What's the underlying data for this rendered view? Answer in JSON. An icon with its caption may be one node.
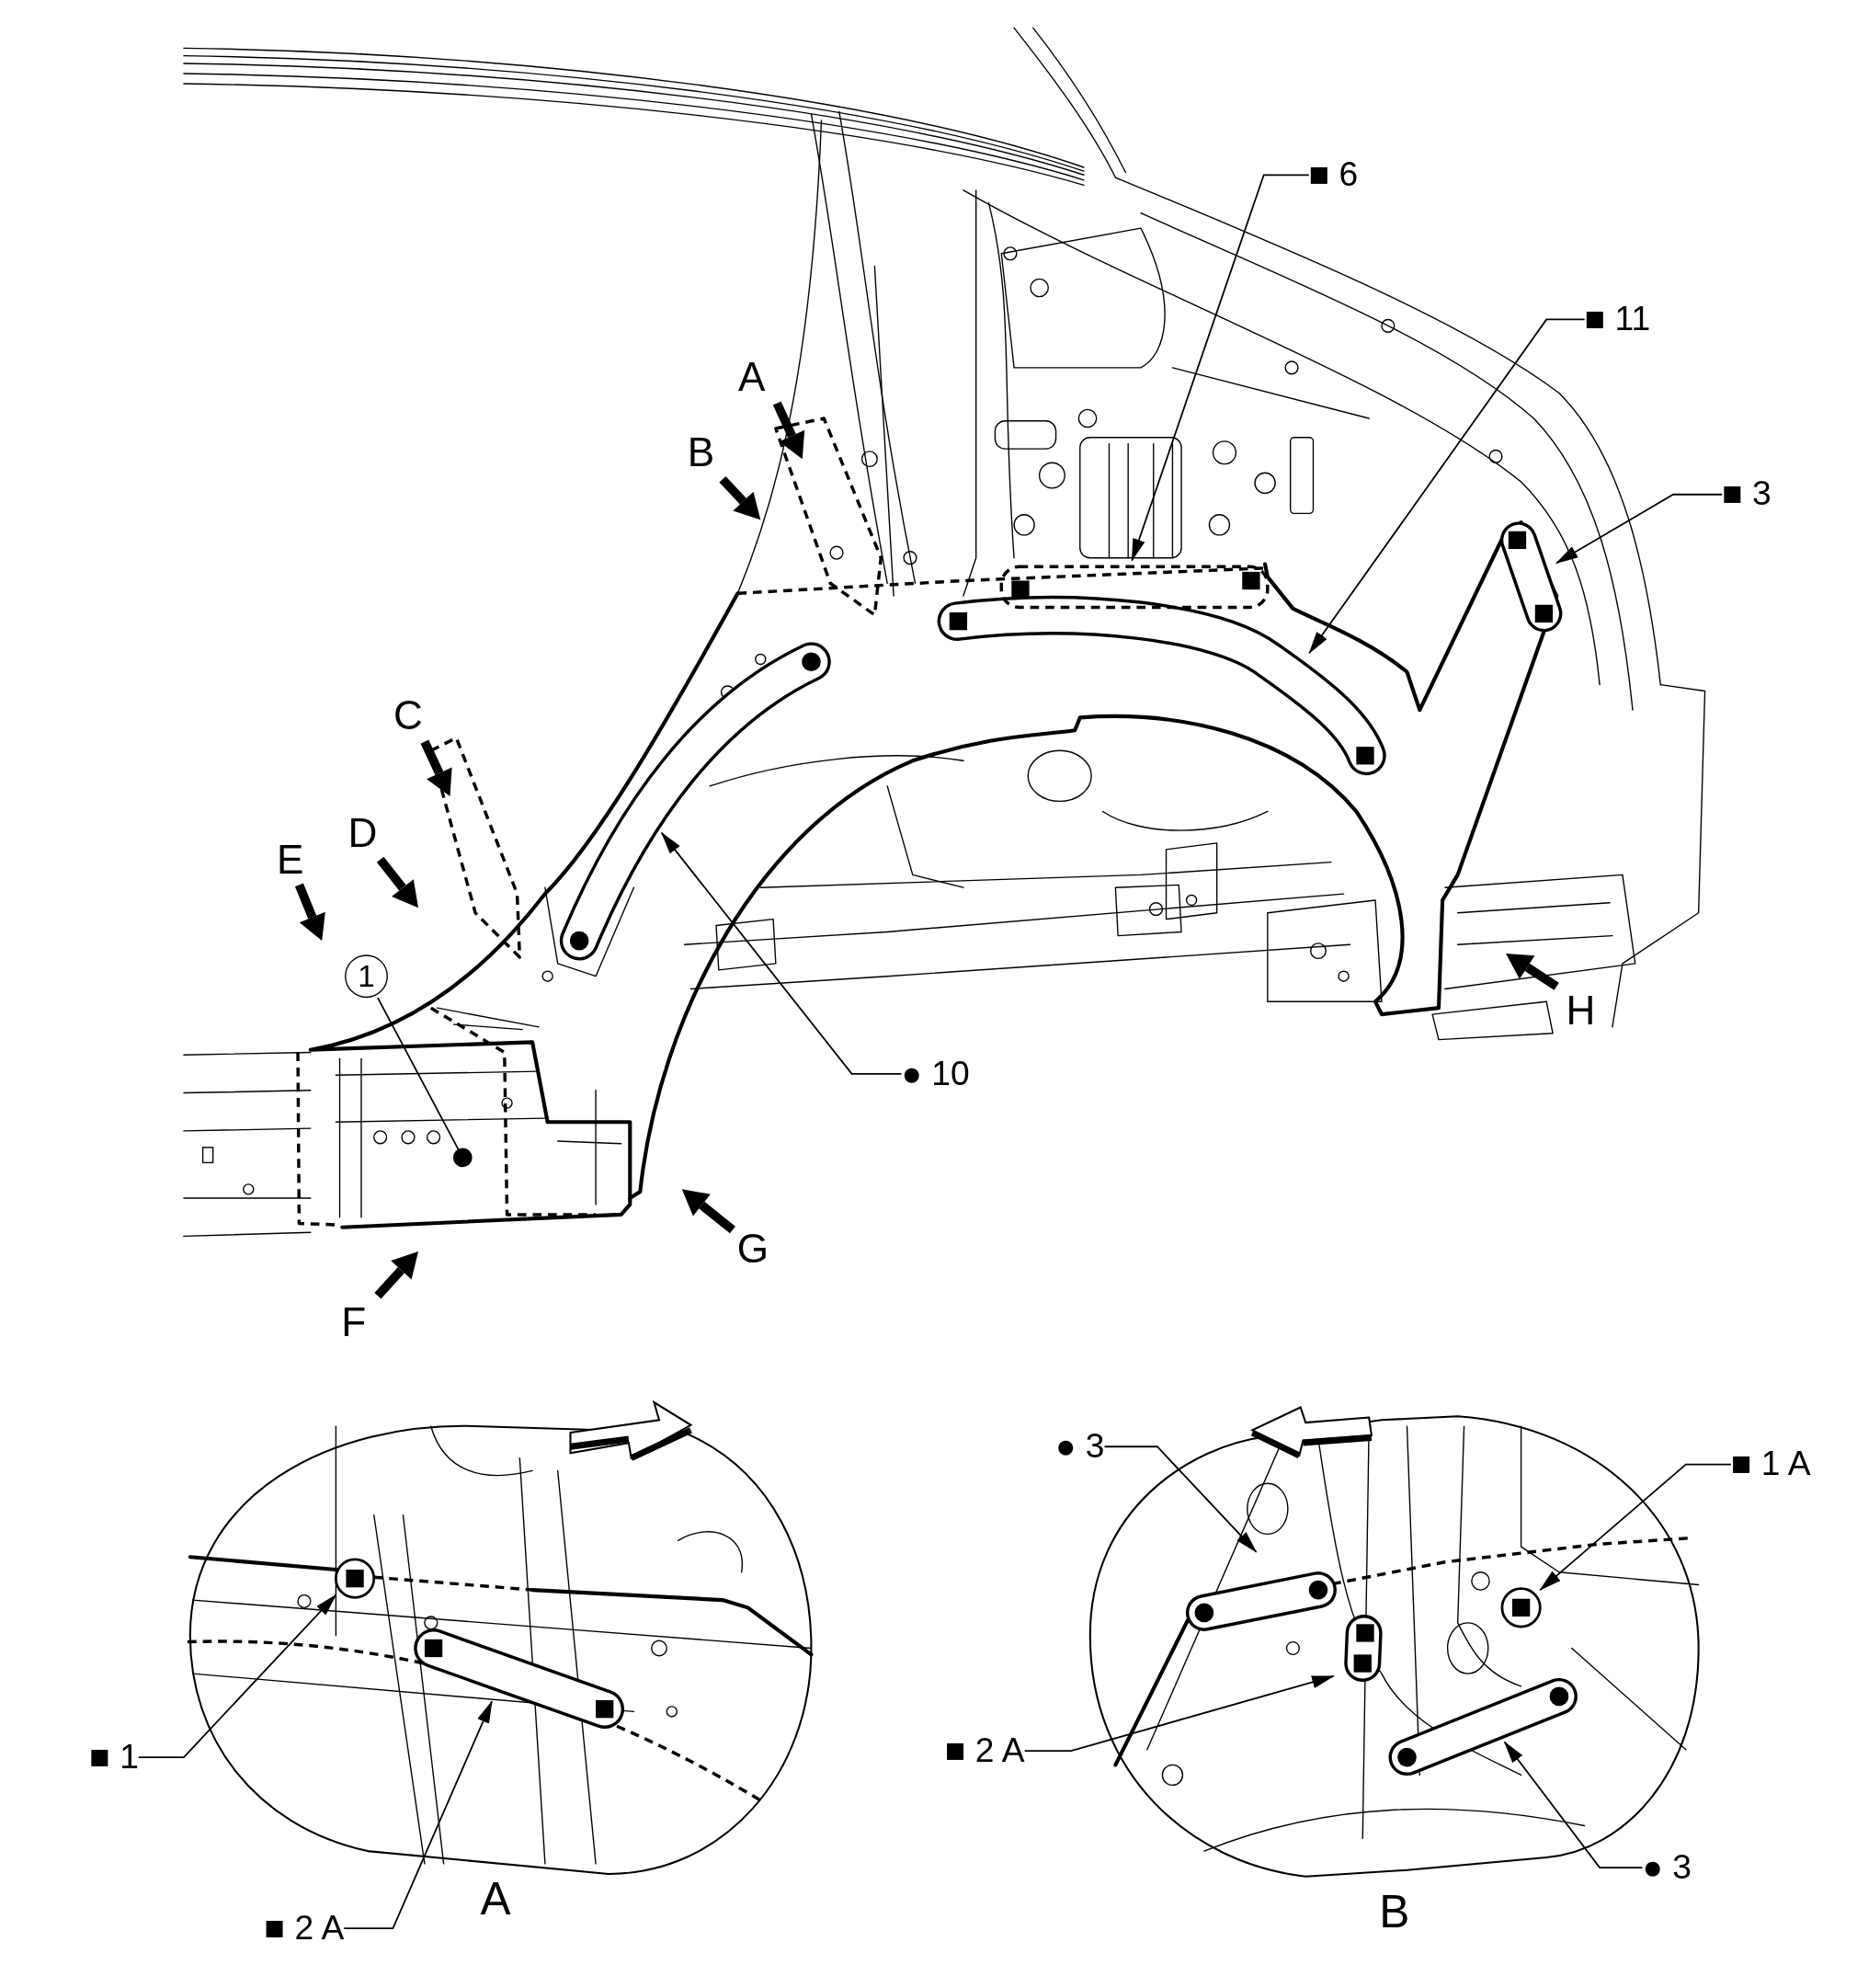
{
  "diagram": {
    "nodes": [
      {
        "text": [
          "■ 6"
        ]
      },
      {
        "text": [
          "■ 11"
        ]
      },
      {
        "text": [
          "■ 3"
        ]
      },
      {
        "text": [
          "1"
        ]
      },
      {
        "text": [
          "● 10"
        ]
      },
      {
        "text": [
          "■ 1"
        ]
      },
      {
        "text": [
          "■ 2 A"
        ]
      },
      {
        "text": [
          "● 3"
        ]
      },
      {
        "text": [
          "■ 1 A"
        ]
      },
      {
        "text": [
          "■ 2 A"
        ]
      },
      {
        "text": [
          "● 3"
        ]
      }
    ],
    "edges": [
      {
        "from": 0,
        "to": null,
        "arrow": "to"
      },
      {
        "from": 1,
        "to": null,
        "arrow": "to"
      },
      {
        "from": 2,
        "to": null,
        "arrow": "to"
      },
      {
        "from": 3,
        "to": null,
        "arrow": "other"
      },
      {
        "from": 4,
        "to": null,
        "arrow": "to"
      },
      {
        "from": 5,
        "to": null,
        "arrow": "to"
      },
      {
        "from": 6,
        "to": null,
        "arrow": "to"
      },
      {
        "from": 7,
        "to": null,
        "arrow": "to"
      },
      {
        "from": 8,
        "to": null,
        "arrow": "to"
      },
      {
        "from": 9,
        "to": null,
        "arrow": "to"
      },
      {
        "from": 10,
        "to": null,
        "arrow": "to"
      }
    ],
    "labels": [
      "A",
      "B",
      "C",
      "D",
      "E",
      "H",
      "G",
      "F",
      "A",
      "B"
    ]
  }
}
